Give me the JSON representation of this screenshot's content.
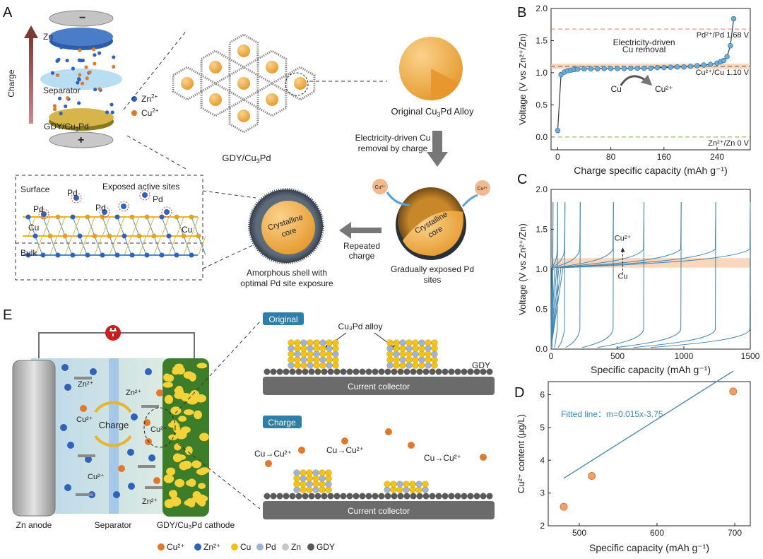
{
  "panels": {
    "A": "A",
    "B": "B",
    "C": "C",
    "D": "D",
    "E": "E"
  },
  "panelA": {
    "zn": "Zn",
    "separator": "Separator",
    "zn2": "Zn",
    "zn2_sup": "2+",
    "cu2": "Cu",
    "cu2_sup": "2+",
    "gdy": "GDY/Cu",
    "gdy_sub": "3",
    "gdy_tail": "Pd",
    "charge": "Charge",
    "minus": "−",
    "plus": "+",
    "gdy_cu3pd_a": "GDY/Cu",
    "gdy_cu3pd_b": "3",
    "gdy_cu3pd_c": "Pd",
    "orig_a": "Original Cu",
    "orig_b": "3",
    "orig_c": "Pd Alloy",
    "elec1": "Electricity-driven Cu",
    "elec2": "removal by charge",
    "surface": "Surface",
    "bulk": "Bulk",
    "pd": "Pd",
    "cu": "Cu",
    "exposed": "Exposed active sites",
    "crystalline": "Crystalline",
    "core": "core",
    "repeated1": "Repeated",
    "repeated2": "charge",
    "amorph1": "Amorphous shell with",
    "amorph2": "optimal Pd site exposure",
    "grad1": "Gradually exposed Pd",
    "grad2": "sites",
    "cu2plus": "Cu²⁺"
  },
  "panelE": {
    "zn_anode": "Zn anode",
    "separator": "Separator",
    "cathode": "GDY/Cu₃Pd cathode",
    "charge": "Charge",
    "zn2": "Zn²⁺",
    "cu2": "Cu²⁺",
    "original": "Original",
    "charge_tag": "Charge",
    "alloy": "Cu₃Pd alloy",
    "gdy": "GDY",
    "collector": "Current collector",
    "cu_to_cu2": "Cu→Cu²⁺",
    "legend": [
      "Cu²⁺",
      "Zn²⁺",
      "Cu",
      "Pd",
      "Zn",
      "GDY"
    ]
  },
  "colors": {
    "cu": "#e0792a",
    "zn": "#2f62b8",
    "cu_metal": "#f2c21a",
    "pd": "#9db4d8",
    "zn_metal": "#c9c9c9",
    "gdy": "#5a5a5a",
    "line": "#3f86b5",
    "band": "#f7c9a6"
  },
  "chart_data": [
    {
      "type": "line",
      "title": "",
      "xlabel": "Charge specific capacity  (mAh g⁻¹)",
      "ylabel": "Voltage (V vs Zn²⁺/Zn)",
      "xlim": [
        -10,
        290
      ],
      "ylim": [
        -0.2,
        2.0
      ],
      "xticks": [
        0,
        80,
        160,
        240
      ],
      "yticks": [
        0.0,
        0.5,
        1.0,
        1.5,
        2.0
      ],
      "xtick_labels": [
        "0",
        "80",
        "160",
        "240"
      ],
      "ytick_labels": [
        "0.0",
        "0.5",
        "1.0",
        "1.5",
        "2.0"
      ],
      "x": [
        0,
        5,
        10,
        15,
        20,
        25,
        30,
        40,
        50,
        60,
        70,
        80,
        90,
        100,
        110,
        120,
        130,
        140,
        150,
        160,
        170,
        180,
        190,
        200,
        210,
        220,
        230,
        240,
        245,
        250,
        255,
        260,
        265
      ],
      "y": [
        0.1,
        0.97,
        1.01,
        1.03,
        1.04,
        1.05,
        1.055,
        1.06,
        1.06,
        1.06,
        1.065,
        1.065,
        1.065,
        1.065,
        1.07,
        1.07,
        1.07,
        1.07,
        1.08,
        1.08,
        1.085,
        1.09,
        1.09,
        1.1,
        1.11,
        1.12,
        1.13,
        1.15,
        1.17,
        1.19,
        1.25,
        1.42,
        1.84
      ],
      "refs": [
        {
          "y": 1.68,
          "label": "Pd²⁺/Pd 1.68 V"
        },
        {
          "y": 1.1,
          "label": "Cu²⁺/Cu 1.10 V"
        },
        {
          "y": 0.0,
          "label": "Zn²⁺/Zn  0 V"
        }
      ],
      "annotations": [
        "Electricity-driven",
        "Cu removal",
        "Cu",
        "Cu²⁺"
      ],
      "grid": false
    },
    {
      "type": "line",
      "title": "",
      "xlabel": "Specific capacity  (mAh g⁻¹)",
      "ylabel": "Voltage (V vs Zn²⁺/Zn)",
      "xlim": [
        0,
        1500
      ],
      "ylim": [
        0,
        2.0
      ],
      "xticks": [
        0,
        500,
        1000,
        1500
      ],
      "yticks": [
        0.0,
        0.5,
        1.0,
        1.5,
        2.0
      ],
      "xtick_labels": [
        "0",
        "500",
        "1000",
        "1500"
      ],
      "ytick_labels": [
        "0.0",
        "0.5",
        "1.0",
        "1.5",
        "2.0"
      ],
      "cycle_ends": [
        15,
        50,
        105,
        220,
        470,
        700,
        980,
        1240,
        1500
      ],
      "band": [
        1.02,
        1.14
      ],
      "annotations": [
        "Cu²⁺",
        "Cu"
      ],
      "grid": false
    },
    {
      "type": "scatter",
      "title": "",
      "xlabel": "Specific capacity  (mAh g⁻¹)",
      "ylabel": "Cu²⁺ content  (μg/L)",
      "xlim": [
        460,
        720
      ],
      "ylim": [
        2,
        6.4
      ],
      "xticks": [
        500,
        600,
        700
      ],
      "yticks": [
        2,
        3,
        4,
        5,
        6
      ],
      "xtick_labels": [
        "500",
        "600",
        "700"
      ],
      "ytick_labels": [
        "2",
        "3",
        "4",
        "5",
        "6"
      ],
      "x": [
        480,
        516,
        698
      ],
      "y": [
        2.58,
        3.52,
        6.1
      ],
      "fit_label": "Fitted line：m=0.015x-3.75",
      "fit": {
        "slope": 0.015,
        "intercept": -3.75
      },
      "grid": false
    }
  ]
}
